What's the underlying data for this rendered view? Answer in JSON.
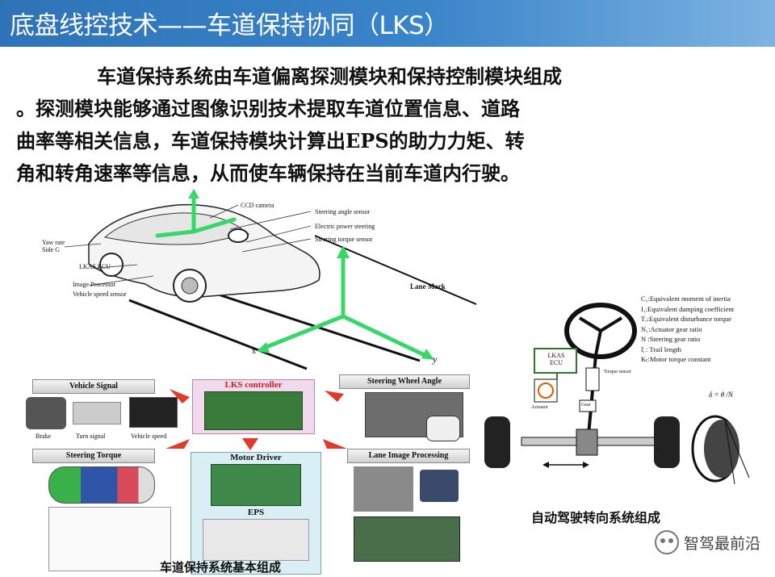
{
  "header": {
    "title": "底盘线控技术——车道保持协同（LKS）"
  },
  "paragraph": {
    "lines": [
      "车道保持系统由车道偏离探测模块和保持控制模块组成",
      "。探测模块能够通过图像识别技术提取车道位置信息、道路",
      "曲率等相关信息，车道保持模块计算出EPS的助力力矩、转",
      "角和转角速率等信息，从而使车辆保持在当前车道内行驶。"
    ]
  },
  "car_figure": {
    "labels": {
      "ccd_camera": "CCD camera",
      "steering_angle_sensor": "Steering angle sensor",
      "electric_power_steering": "Electric power steering",
      "steering_torque_sensor": "Steering torque sensor",
      "yaw_rate": "Yaw rate",
      "side_g": "Side G",
      "lkas_ecu": "LKAS ECU",
      "image_processor": "Image Processor",
      "vehicle_speed_sensor": "Vehicle speed sensor",
      "lane_mark": "Lane Mark",
      "axis_x": "x",
      "axis_y": "y"
    }
  },
  "block_figure": {
    "controller": "LKS controller",
    "vehicle_signal": "Vehicle Signal",
    "steering_wheel_angle": "Steering Wheel Angle",
    "steering_torque": "Steering Torque",
    "motor_driver": "Motor Driver",
    "eps": "EPS",
    "lane_image_processing": "Lane Image Processing",
    "brake": "Brake",
    "turn_signal": "Turn signal",
    "vehicle_speed": "Vehicle speed",
    "caption": "车道保持系统基本组成"
  },
  "steering_figure": {
    "legend": [
      "C₁:Equivalent moment of inertia",
      "I₁:Equivalent damping coefficient",
      "Tₒ:Equivalent disturbance torque",
      "N₁:Actuator gear ratio",
      "N :Steering gear ratio",
      "ξ : Trail length",
      "Kₜ:Motor torque constant"
    ],
    "ecu": "LKAS\nECU",
    "actuator": "Actuator",
    "torque_sensor": "Torque sensor",
    "gear": "Gear",
    "formula": "δ = θ /N",
    "caption": "自动驾驶转向系统组成"
  },
  "watermark": {
    "text": "智驾最前沿"
  },
  "colors": {
    "header_blue": "#2e73b8",
    "axis_green": "#39d66a",
    "arrow_red": "#e03a2a"
  }
}
